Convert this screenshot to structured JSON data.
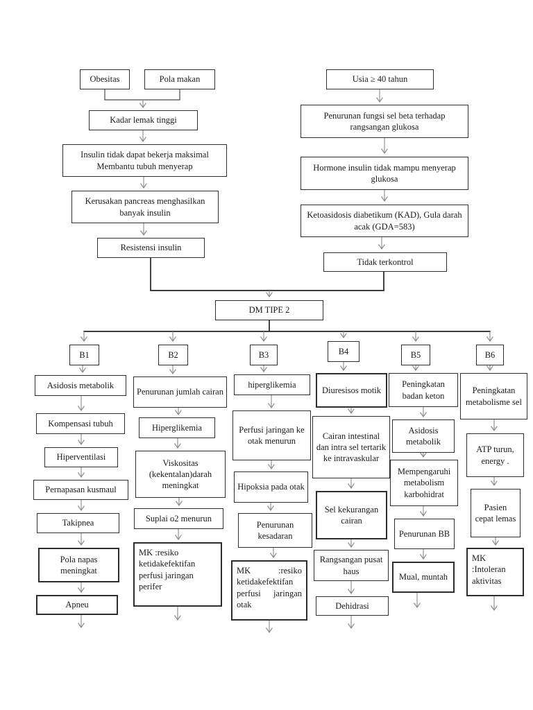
{
  "colors": {
    "background": "#ffffff",
    "box_border": "#2e2e2e",
    "arrow": "#8a8a8a",
    "text": "#1b1b1b"
  },
  "nodes": {
    "obesitas": {
      "text": "Obesitas"
    },
    "pola_makan": {
      "text": "Pola makan"
    },
    "kadar_lemak": {
      "text": "Kadar lemak tinggi"
    },
    "insulin_tidak": {
      "text": "Insulin tidak dapat bekerja maksimal Membantu tubuh menyerap"
    },
    "kerusakan": {
      "text": "Kerusakan pancreas menghasilkan banyak insulin"
    },
    "resistensi": {
      "text": "Resistensi insulin"
    },
    "usia": {
      "text": "Usia ≥ 40 tahun"
    },
    "penurunan_fungsi": {
      "text": "Penurunan fungsi sel beta terhadap rangsangan glukosa"
    },
    "hormone": {
      "text": "Hormone insulin tidak mampu menyerap glukosa"
    },
    "ketoasidosis": {
      "text": "Ketoasidosis diabetikum (KAD), Gula darah acak (GDA=583)"
    },
    "tidak_terkontrol": {
      "text": "Tidak terkontrol"
    },
    "dm_tipe2": {
      "text": "DM TIPE 2"
    },
    "b1": {
      "text": "B1"
    },
    "b2": {
      "text": "B2"
    },
    "b3": {
      "text": "B3"
    },
    "b4": {
      "text": "B4"
    },
    "b5": {
      "text": "B5"
    },
    "b6": {
      "text": "B6"
    },
    "b1_1": {
      "text": "Asidosis metabolik"
    },
    "b1_2": {
      "text": "Kompensasi tubuh"
    },
    "b1_3": {
      "text": "Hiperventilasi"
    },
    "b1_4": {
      "text": "Pernapasan kusmaul"
    },
    "b1_5": {
      "text": "Takipnea"
    },
    "b1_6": {
      "text": "Pola napas meningkat"
    },
    "b1_7": {
      "text": "Apneu"
    },
    "b2_1": {
      "text": "Penurunan jumlah cairan"
    },
    "b2_2": {
      "text": "Hiperglikemia"
    },
    "b2_3": {
      "text": "Viskositas (kekentalan)darah meningkat"
    },
    "b2_4": {
      "text": "Suplai o2 menurun"
    },
    "b2_5": {
      "text": "MK :resiko ketidakefektifan perfusi jaringan perifer"
    },
    "b3_1": {
      "text": "hiperglikemia"
    },
    "b3_2": {
      "text": "Perfusi jaringan ke otak menurun"
    },
    "b3_3": {
      "text": "Hipoksia pada otak"
    },
    "b3_4": {
      "text": "Penurunan kesadaran"
    },
    "b3_5": {
      "text": "MK :resiko ketidakefektifan perfusi jaringan otak"
    },
    "b4_1": {
      "text": "Diuresisos motik"
    },
    "b4_2": {
      "text": "Cairan intestinal dan intra sel tertarik ke intravaskular"
    },
    "b4_3": {
      "text": "Sel kekurangan cairan"
    },
    "b4_4": {
      "text": "Rangsangan pusat haus"
    },
    "b4_5": {
      "text": "Dehidrasi"
    },
    "b5_1": {
      "text": "Peningkatan badan keton"
    },
    "b5_2": {
      "text": "Asidosis metabolik"
    },
    "b5_3": {
      "text": "Mempengaruhi metabolism karbohidrat"
    },
    "b5_4": {
      "text": "Penurunan BB"
    },
    "b5_5": {
      "text": "Mual, muntah"
    },
    "b6_1": {
      "text": "Peningkatan metabolisme sel"
    },
    "b6_2": {
      "text": "ATP turun, energy ."
    },
    "b6_3": {
      "text": "Pasien cepat lemas"
    },
    "b6_4": {
      "text": "MK :Intoleran aktivitas"
    }
  },
  "edges": [
    "obesitas->kadar_lemak",
    "pola_makan->kadar_lemak",
    "kadar_lemak->insulin_tidak",
    "insulin_tidak->kerusakan",
    "kerusakan->resistensi",
    "resistensi->dm_tipe2",
    "usia->penurunan_fungsi",
    "penurunan_fungsi->hormone",
    "hormone->ketoasidosis",
    "ketoasidosis->tidak_terkontrol",
    "tidak_terkontrol->dm_tipe2",
    "dm_tipe2->b1",
    "dm_tipe2->b2",
    "dm_tipe2->b3",
    "dm_tipe2->b4",
    "dm_tipe2->b5",
    "dm_tipe2->b6",
    "b1->b1_1",
    "b1_1->b1_2",
    "b1_2->b1_3",
    "b1_3->b1_4",
    "b1_4->b1_5",
    "b1_5->b1_6",
    "b1_6->b1_7",
    "b2->b2_1",
    "b2_1->b2_2",
    "b2_2->b2_3",
    "b2_3->b2_4",
    "b2_4->b2_5",
    "b3->b3_1",
    "b3_1->b3_2",
    "b3_2->b3_3",
    "b3_3->b3_4",
    "b3_4->b3_5",
    "b4->b4_1",
    "b4_1->b4_2",
    "b4_2->b4_3",
    "b4_3->b4_4",
    "b4_4->b4_5",
    "b5->b5_1",
    "b5_1->b5_2",
    "b5_2->b5_3",
    "b5_3->b5_4",
    "b5_4->b5_5",
    "b6->b6_1",
    "b6_1->b6_2",
    "b6_2->b6_3",
    "b6_3->b6_4"
  ]
}
